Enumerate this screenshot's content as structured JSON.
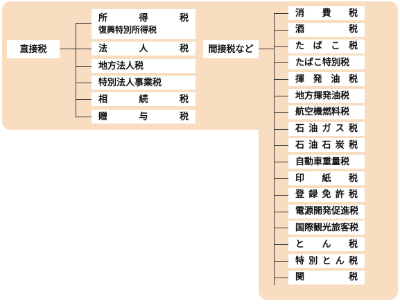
{
  "direct_tax": {
    "label": "直接税",
    "items": [
      {
        "chars": [
          "所",
          "得",
          "税"
        ],
        "sub": "復興特別所得税"
      },
      {
        "chars": [
          "法",
          "人",
          "税"
        ]
      },
      {
        "text": "地方法人税"
      },
      {
        "text": "特別法人事業税"
      },
      {
        "chars": [
          "相",
          "続",
          "税"
        ]
      },
      {
        "chars": [
          "贈",
          "与",
          "税"
        ]
      }
    ]
  },
  "indirect_tax": {
    "label": "間接税など",
    "items": [
      {
        "chars": [
          "消",
          "費",
          "税"
        ]
      },
      {
        "chars": [
          "酒",
          "税"
        ]
      },
      {
        "chars": [
          "た",
          "ば",
          "こ",
          "税"
        ]
      },
      {
        "text": "たばこ特別税"
      },
      {
        "chars": [
          "揮",
          "発",
          "油",
          "税"
        ]
      },
      {
        "text": "地方揮発油税"
      },
      {
        "text": "航空機燃料税"
      },
      {
        "chars": [
          "石",
          "油",
          "ガ",
          "ス",
          "税"
        ]
      },
      {
        "chars": [
          "石",
          "油",
          "石",
          "炭",
          "税"
        ]
      },
      {
        "text": "自動車重量税"
      },
      {
        "chars": [
          "印",
          "紙",
          "税"
        ]
      },
      {
        "chars": [
          "登",
          "録",
          "免",
          "許",
          "税"
        ]
      },
      {
        "text": "電源開発促進税"
      },
      {
        "text": "国際観光旅客税"
      },
      {
        "chars": [
          "と",
          "ん",
          "税"
        ]
      },
      {
        "chars": [
          "特",
          "別",
          "と",
          "ん",
          "税"
        ]
      },
      {
        "chars": [
          "関",
          "税"
        ]
      }
    ]
  },
  "colors": {
    "background": "#f8ddc0",
    "box": "#ffffff",
    "line": "#333333"
  }
}
